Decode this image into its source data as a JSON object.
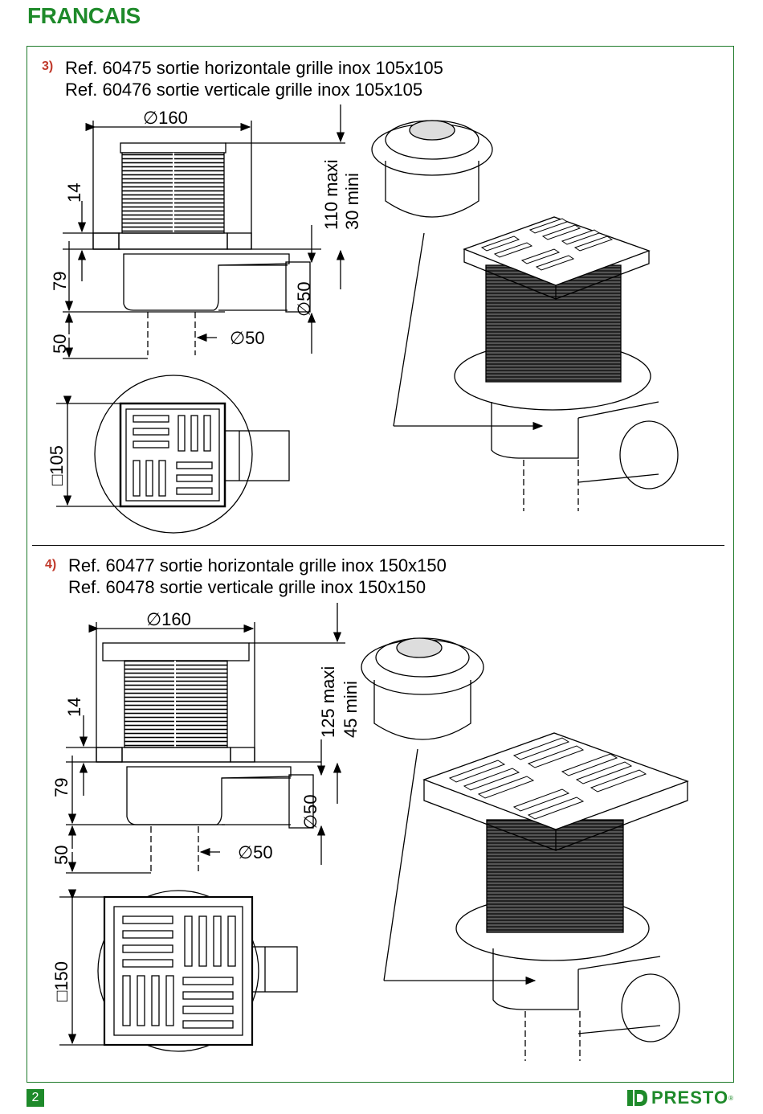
{
  "header": {
    "language": "FRANCAIS"
  },
  "section3": {
    "number": "3)",
    "line1": "Ref. 60475 sortie horizontale grille inox 105x105",
    "line2": "Ref. 60476 sortie verticale grille inox 105x105",
    "dim_diameter_top": "∅160",
    "dim_14": "14",
    "dim_79": "79",
    "dim_50_left": "50",
    "dim_outlet_side": "∅50",
    "dim_outlet_bottom": "∅50",
    "dim_max": "110 maxi",
    "dim_min": "30 mini",
    "dim_square": "□105"
  },
  "section4": {
    "number": "4)",
    "line1": "Ref. 60477 sortie horizontale grille inox 150x150",
    "line2": "Ref. 60478 sortie verticale grille inox 150x150",
    "dim_diameter_top": "∅160",
    "dim_14": "14",
    "dim_79": "79",
    "dim_50_left": "50",
    "dim_outlet_side": "∅50",
    "dim_outlet_bottom": "∅50",
    "dim_max": "125 maxi",
    "dim_min": "45 mini",
    "dim_square": "□150"
  },
  "footer": {
    "page_number": "2",
    "brand": "PRESTO",
    "brand_mark": "®"
  },
  "colors": {
    "accent": "#1e8a2a",
    "number_red": "#c0392b"
  }
}
